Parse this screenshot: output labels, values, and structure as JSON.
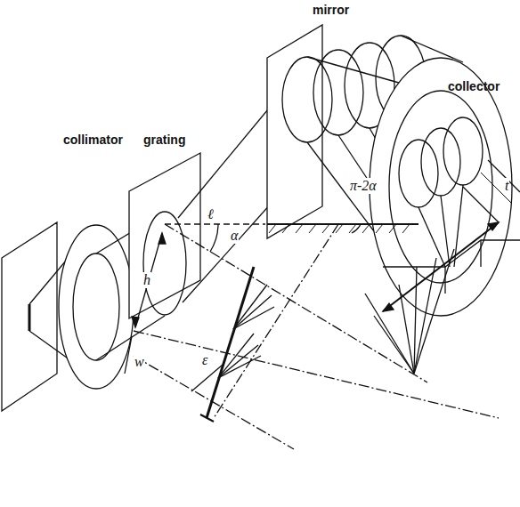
{
  "diagram": {
    "labels": [
      "mirror",
      "grating",
      "collimator",
      "collector",
      "α",
      "h",
      "ℓ",
      "w",
      "ε",
      "π-2α",
      "t"
    ]
  }
}
